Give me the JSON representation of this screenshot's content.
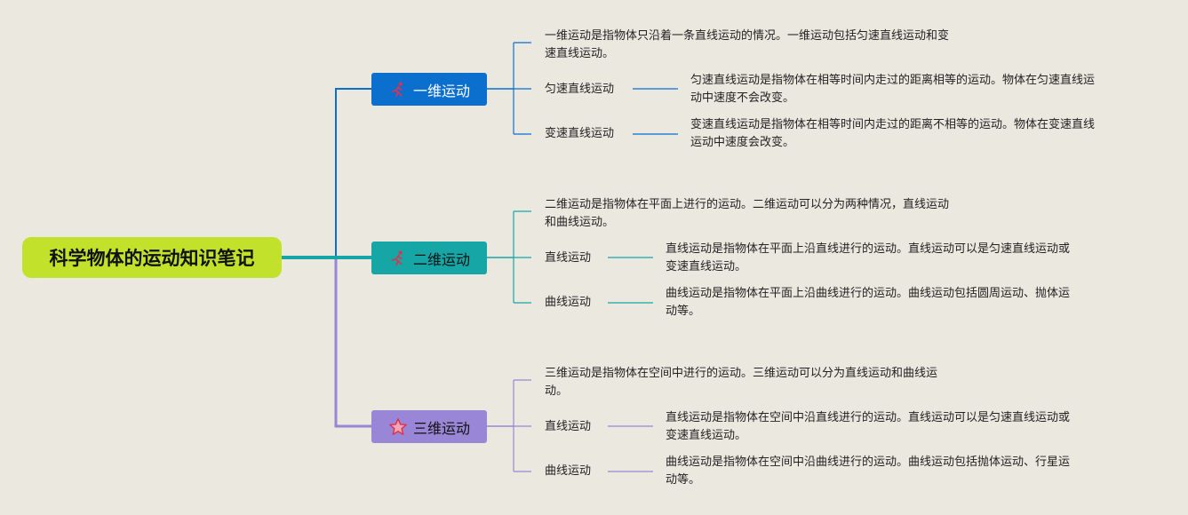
{
  "root": {
    "title": "科学物体的运动知识笔记"
  },
  "branches": [
    {
      "label": "一维运动",
      "icon": "running-figure-icon",
      "color": "#0b6fce",
      "summary": [
        "一维运动是指物体只沿着一条直线运动的情况。一维运动包括匀速直线运动和变",
        "速直线运动。"
      ],
      "children": [
        {
          "label": "匀速直线运动",
          "desc": [
            "匀速直线运动是指物体在相等时间内走过的距离相等的运动。物体在匀速直线运",
            "动中速度不会改变。"
          ]
        },
        {
          "label": "变速直线运动",
          "desc": [
            "变速直线运动是指物体在相等时间内走过的距离不相等的运动。物体在变速直线",
            "运动中速度会改变。"
          ]
        }
      ]
    },
    {
      "label": "二维运动",
      "icon": "running-figure-icon",
      "color": "#17a6a6",
      "summary": [
        "二维运动是指物体在平面上进行的运动。二维运动可以分为两种情况，直线运动",
        "和曲线运动。"
      ],
      "children": [
        {
          "label": "直线运动",
          "desc": [
            "直线运动是指物体在平面上沿直线进行的运动。直线运动可以是匀速直线运动或",
            "变速直线运动。"
          ]
        },
        {
          "label": "曲线运动",
          "desc": [
            "曲线运动是指物体在平面上沿曲线进行的运动。曲线运动包括圆周运动、抛体运",
            "动等。"
          ]
        }
      ]
    },
    {
      "label": "三维运动",
      "icon": "star-icon",
      "color": "#9a86d6",
      "summary": [
        "三维运动是指物体在空间中进行的运动。三维运动可以分为直线运动和曲线运",
        "动。"
      ],
      "children": [
        {
          "label": "直线运动",
          "desc": [
            "直线运动是指物体在空间中沿直线进行的运动。直线运动可以是匀速直线运动或",
            "变速直线运动。"
          ]
        },
        {
          "label": "曲线运动",
          "desc": [
            "曲线运动是指物体在空间中沿曲线进行的运动。曲线运动包括抛体运动、行星运",
            "动等。"
          ]
        }
      ]
    }
  ]
}
